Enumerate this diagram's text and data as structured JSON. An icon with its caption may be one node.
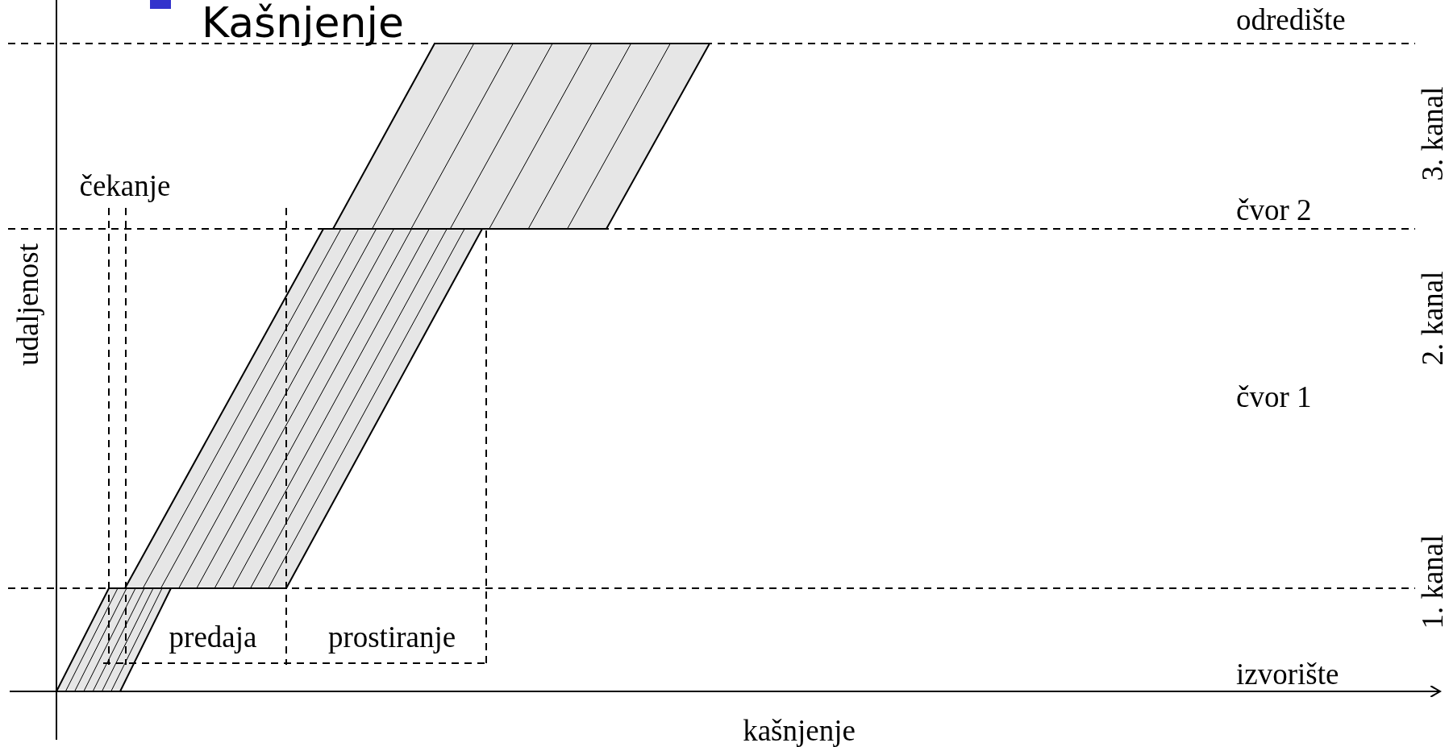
{
  "diagram": {
    "title": "Kašnjenje",
    "labels": [
      "odredište",
      "3. kanal",
      "čekanje",
      "čvor 2",
      "udaljenost",
      "2. kanal",
      "čvor 1",
      "1. kanal",
      "predaja",
      "prostiranje",
      "izvorište",
      "kašnjenje"
    ]
  }
}
